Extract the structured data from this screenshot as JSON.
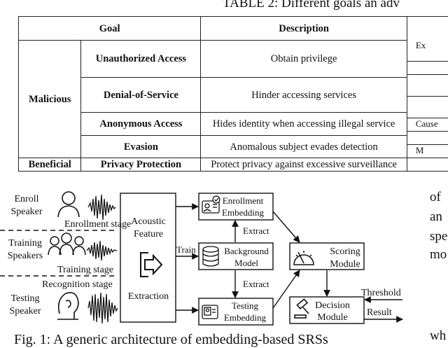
{
  "table": {
    "caption": "TABLE 2: Different goals an adv",
    "headers": [
      "Goal",
      "Description"
    ],
    "group_malicious": "Malicious",
    "group_beneficial": "Beneficial",
    "rows": [
      {
        "goal": "Unauthorized Access",
        "description": "Obtain privilege"
      },
      {
        "goal": "Denial-of-Service",
        "description": "Hinder accessing services"
      },
      {
        "goal": "Anonymous Access",
        "description": "Hides identity when accessing illegal service"
      },
      {
        "goal": "Evasion",
        "description": "Anomalous subject evades detection"
      },
      {
        "goal": "Privacy Protection",
        "description": "Protect privacy against excessive surveillance"
      }
    ],
    "clipped_col": [
      "Ex",
      "",
      "",
      "",
      "Cause",
      "",
      "M",
      ""
    ]
  },
  "right_text": [
    "of",
    "an",
    "spe",
    "mo",
    "wh"
  ],
  "figure": {
    "caption": "Fig. 1: A generic architecture of embedding-based SRSs",
    "enroll_speaker": [
      "Enroll",
      "Speaker"
    ],
    "training_speakers": [
      "Training",
      "Speakers"
    ],
    "testing_speaker": [
      "Testing",
      "Speaker"
    ],
    "enrollment_stage": "Enrollment stage",
    "training_stage": "Training stage",
    "recognition_stage": "Recognition stage",
    "acoustic_feature": [
      "Acoustic",
      "Feature"
    ],
    "extraction": "Extraction",
    "train": "Train",
    "enrollment_embedding": [
      "Enrollment",
      "Embedding"
    ],
    "background_model": [
      "Background",
      "Model"
    ],
    "testing_embedding": [
      "Testing",
      "Embedding"
    ],
    "extract_1": "Extract",
    "extract_2": "Extract",
    "scoring_module": [
      "Scoring",
      "Module"
    ],
    "decision_module": [
      "Decision",
      "Module"
    ],
    "threshold": "Threshold",
    "result": "Result"
  }
}
